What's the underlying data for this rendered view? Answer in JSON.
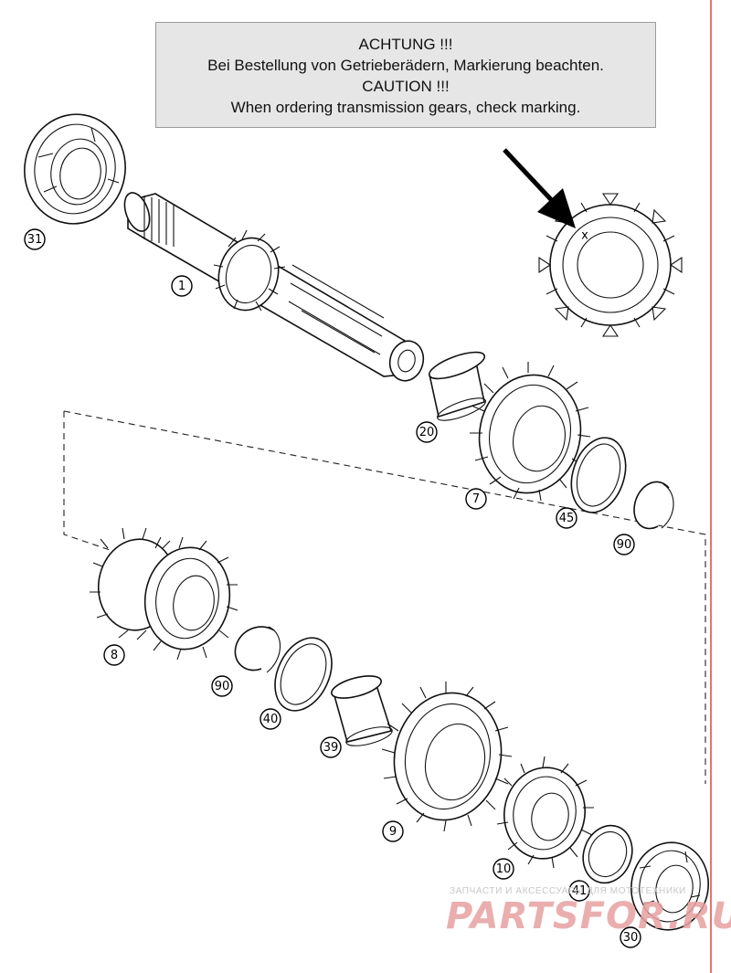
{
  "notice": {
    "line1": "ACHTUNG !!!",
    "line2": "Bei Bestellung von Getrieberädern, Markierung beachten.",
    "line3": "CAUTION !!!",
    "line4": "When ordering transmission gears, check marking."
  },
  "marking_symbol": "x",
  "callouts": [
    {
      "id": "31",
      "part": "bearing"
    },
    {
      "id": "1",
      "part": "main-shaft"
    },
    {
      "id": "20",
      "part": "needle-bushing"
    },
    {
      "id": "7",
      "part": "gear"
    },
    {
      "id": "45",
      "part": "thrust-washer"
    },
    {
      "id": "90",
      "part": "circlip"
    },
    {
      "id": "8",
      "part": "double-gear"
    },
    {
      "id": "90",
      "part": "circlip"
    },
    {
      "id": "40",
      "part": "thrust-washer"
    },
    {
      "id": "39",
      "part": "needle-bushing"
    },
    {
      "id": "9",
      "part": "gear"
    },
    {
      "id": "10",
      "part": "gear"
    },
    {
      "id": "41",
      "part": "thrust-washer"
    },
    {
      "id": "30",
      "part": "bearing"
    }
  ],
  "watermark": {
    "small": "ЗАПЧАСТИ И АКСЕССУАРЫ ДЛЯ МОТОТЕХНИКИ",
    "large": "PARTSFOR.RU"
  },
  "colors": {
    "notice_bg": "#e6e6e6",
    "line_color": "#111111",
    "edge_line": "#e57272",
    "watermark": "#e7a0a0"
  }
}
